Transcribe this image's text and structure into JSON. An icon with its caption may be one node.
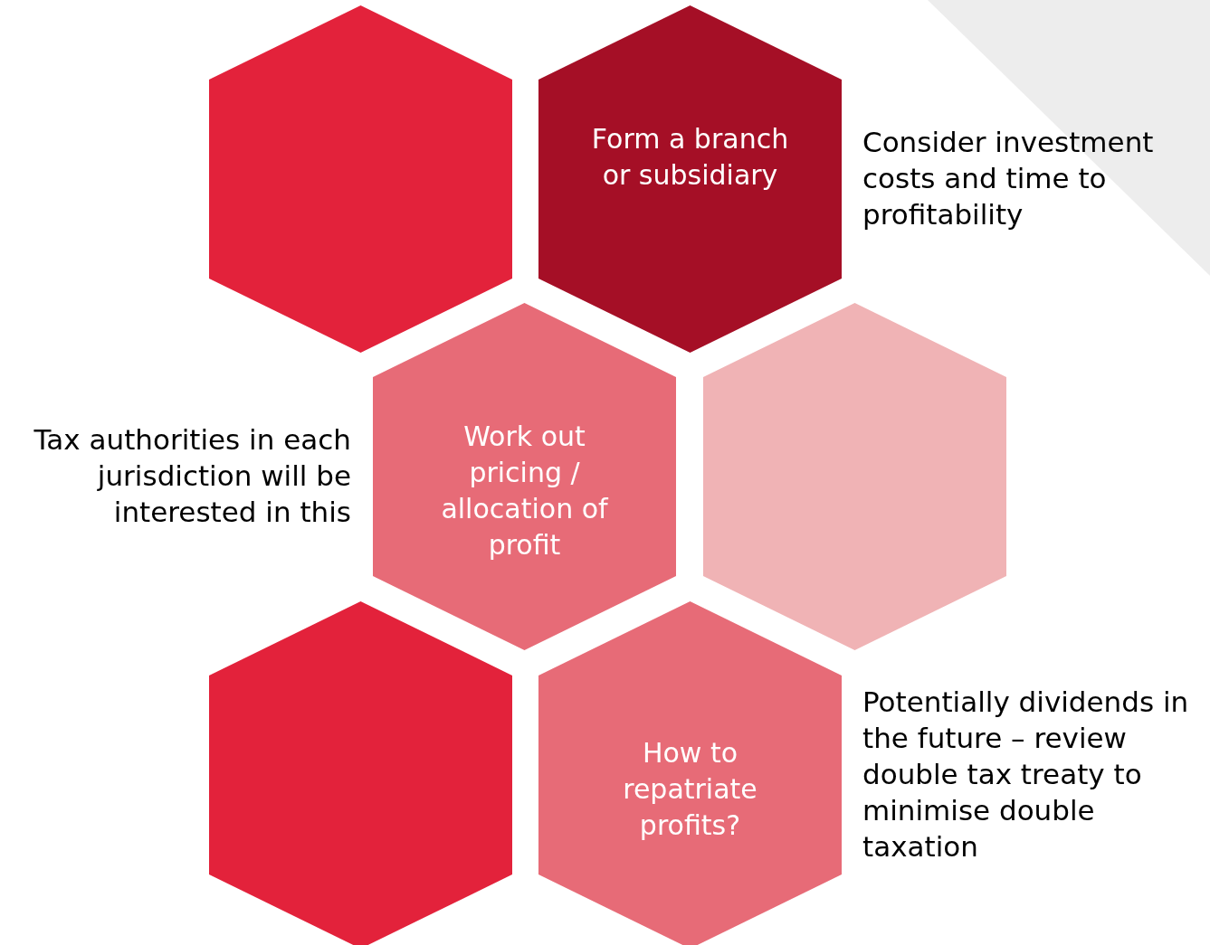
{
  "diagram": {
    "nodes": [
      {
        "text": [],
        "shape": "hexagon"
      },
      {
        "text": [
          "Form a branch or subsidiary"
        ],
        "beside": [
          "Consider investment costs and time to profitability"
        ]
      },
      {
        "text": [
          "Work out pricing / allocation of profit"
        ],
        "beside": [
          "Tax authorities in each jurisdiction will be interested in this"
        ]
      },
      {
        "text": [],
        "shape": "hexagon"
      },
      {
        "text": [],
        "shape": "hexagon"
      },
      {
        "text": [
          "How to repatriate profits?"
        ],
        "beside": [
          "Potentially dividends in the future – review double tax treaty to minimise double taxation"
        ]
      }
    ]
  }
}
